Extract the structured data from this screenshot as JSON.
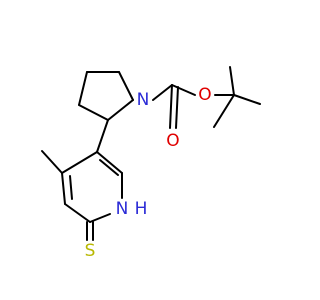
{
  "molecule": {
    "atoms": {
      "N_pyrrolidine": {
        "symbol": "N",
        "color": "#2b2bd6"
      },
      "O_ester": {
        "symbol": "O",
        "color": "#e00000"
      },
      "O_carbonyl": {
        "symbol": "O",
        "color": "#e00000"
      },
      "N_ring": {
        "symbol": "N",
        "color": "#2b2bd6"
      },
      "H_ring": {
        "symbol": "H",
        "color": "#2b2bd6"
      },
      "S_thione": {
        "symbol": "S",
        "color": "#b8b800"
      }
    }
  }
}
